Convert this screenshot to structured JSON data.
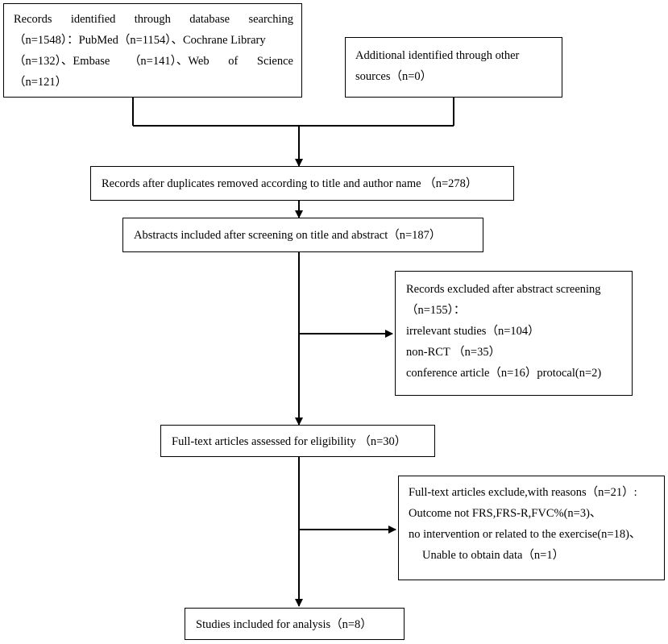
{
  "flowchart": {
    "identified_db": {
      "line1_words": [
        "Records",
        "identified",
        "through",
        "database",
        "searching"
      ],
      "line2": "（n=1548）：PubMed（n=1154）、Cochrane Library",
      "line3_words": [
        "（n=132）、Embase",
        "（n=141）、Web",
        "of",
        "Science"
      ],
      "line4": "（n=121）"
    },
    "identified_other": {
      "line1": "Additional identified through other",
      "line2": "sources（n=0）"
    },
    "duplicates_removed": "Records after duplicates removed according to title and author name （n=278）",
    "abstracts_included": "Abstracts included after screening on title and abstract（n=187）",
    "excluded_abstract": {
      "line1": "Records excluded after abstract screening",
      "line2": "（n=155）：",
      "line3": "irrelevant studies（n=104）",
      "line4": "non-RCT （n=35）",
      "line5": "conference article（n=16）protocal(n=2)"
    },
    "fulltext_assessed": "Full-text articles assessed for eligibility （n=30）",
    "excluded_fulltext": {
      "line1": "Full-text articles exclude,with reasons（n=21）:",
      "line2": "Outcome not FRS,FRS-R,FVC%(n=3)、",
      "line3": "no intervention or related to the exercise(n=18)、",
      "line4": "Unable to obtain data（n=1）"
    },
    "included": "Studies included for analysis（n=8）"
  }
}
